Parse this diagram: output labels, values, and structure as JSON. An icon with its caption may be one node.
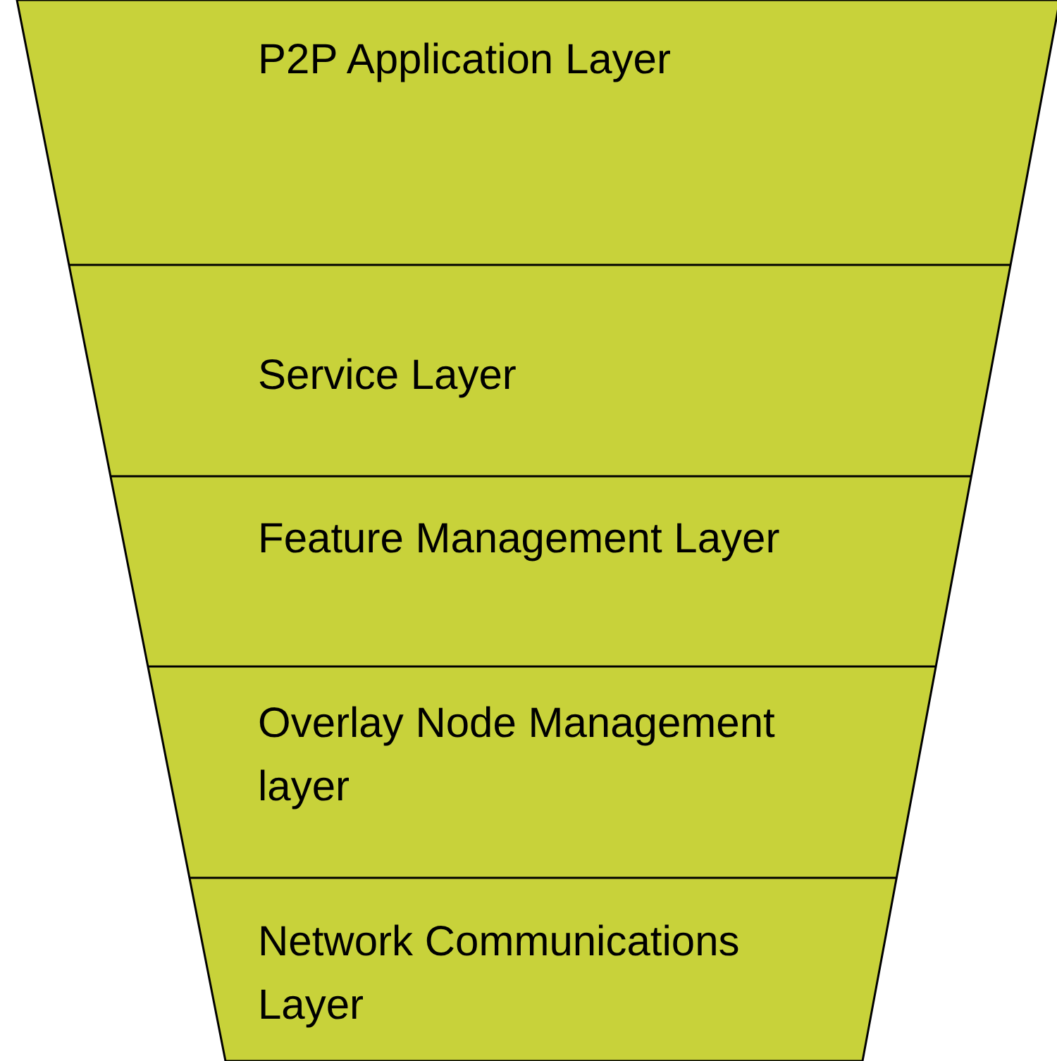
{
  "diagram": {
    "nodes": [
      {
        "text": [
          "P2P Application Layer"
        ]
      },
      {
        "text": [
          "Service Layer"
        ]
      },
      {
        "text": [
          "Feature Management Layer"
        ]
      },
      {
        "text": [
          "Overlay Node Management layer"
        ]
      },
      {
        "text": [
          "Network Communications Layer"
        ]
      }
    ],
    "edges": []
  }
}
